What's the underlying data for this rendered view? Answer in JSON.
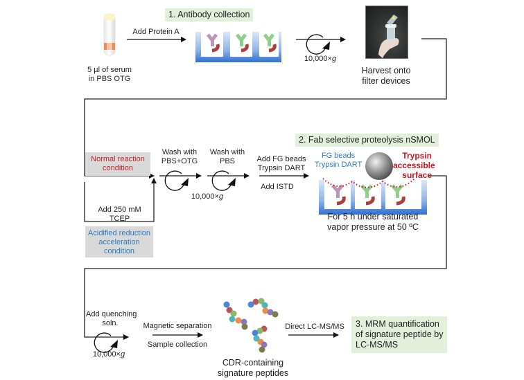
{
  "steps": {
    "step1": "1. Antibody collection",
    "step2": "2. Fab selective proteolysis nSMOL",
    "step3_line1": "3. MRM quantification",
    "step3_line2": "of signature peptide by",
    "step3_line3": "LC-MS/MS"
  },
  "row1": {
    "serum_line1": "5 µl of serum",
    "serum_line2": "in PBS OTG",
    "add_protein_a": "Add Protein A",
    "centrifuge_speed": "10,000×",
    "centrifuge_unit": "g",
    "harvest_line1": "Harvest onto",
    "harvest_line2": "filter devices"
  },
  "row2": {
    "normal_line1": "Normal reaction",
    "normal_line2": "condition",
    "tcep_line1": "Add 250 mM",
    "tcep_line2": "TCEP",
    "acid_line1": "Acidified reduction",
    "acid_line2": "acceleration",
    "acid_line3": "condition",
    "wash1_line1": "Wash with",
    "wash1_line2": "PBS+OTG",
    "wash2_line1": "Wash with",
    "wash2_line2": "PBS",
    "centrifuge_speed": "10,000×",
    "centrifuge_unit": "g",
    "add_fg_line1": "Add FG beads",
    "add_fg_line2": "Trypsin DART",
    "add_istd": "Add ISTD",
    "fg_label_line1": "FG beads",
    "fg_label_line2": "Trypsin DART",
    "trypsin_line1": "Trypsin",
    "trypsin_line2": "accessible",
    "trypsin_line3": "surface",
    "incubate_line1": "For 5 h under saturated",
    "incubate_line2": "vapor pressure at 50 ºC"
  },
  "row3": {
    "quench_line1": "Add quenching",
    "quench_line2": "soln.",
    "centrifuge_speed": "10,000×",
    "centrifuge_unit": "g",
    "magnetic": "Magnetic separation",
    "sample_collection": "Sample collection",
    "peptides_line1": "CDR-containing",
    "peptides_line2": "signature peptides",
    "direct_lcms": "Direct LC-MS/MS"
  },
  "colors": {
    "step_box_bg": "#e2efda",
    "condition_box_bg": "#d9d9d9",
    "normal_text": "#c0232b",
    "acid_text": "#2e7cc4",
    "trypsin_text": "#d0121b",
    "plate_blue": "#3a78cf",
    "antibody_purple": "#b996b5",
    "antibody_green": "#8dcf8b",
    "antigen_red": "#a8403c"
  }
}
